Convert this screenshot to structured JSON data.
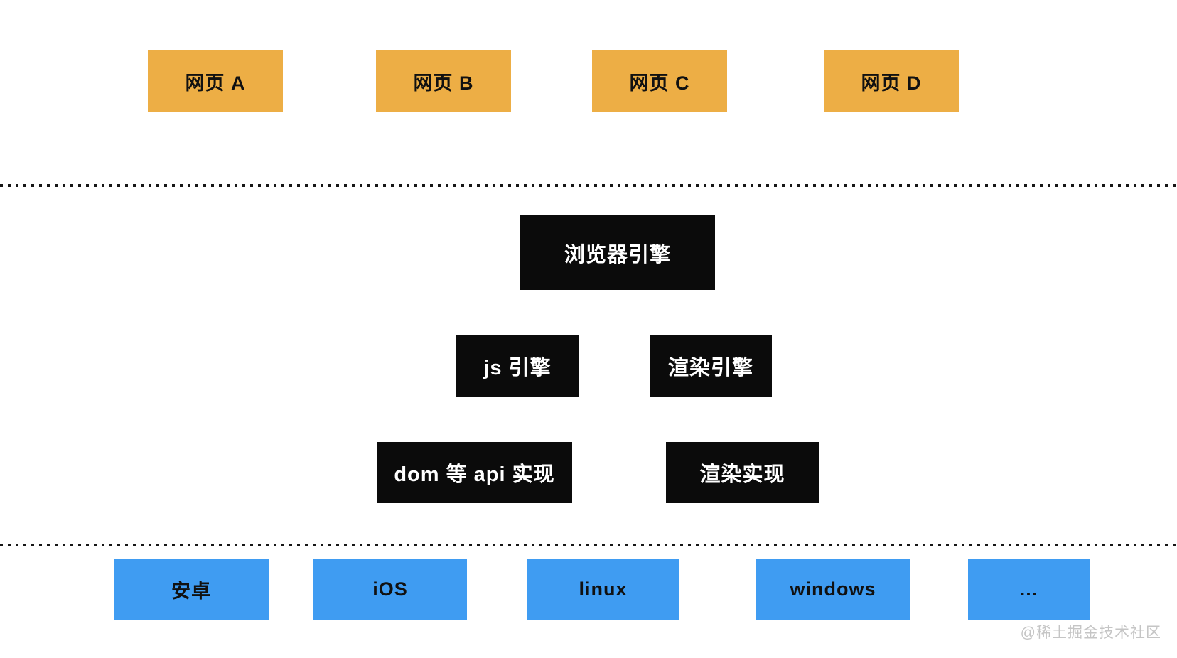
{
  "webpages": [
    {
      "label": "网页 A"
    },
    {
      "label": "网页 B"
    },
    {
      "label": "网页 C"
    },
    {
      "label": "网页 D"
    }
  ],
  "engine_layer": {
    "browser_engine": "浏览器引擎",
    "js_engine": "js 引擎",
    "render_engine": "渲染引擎",
    "dom_api_impl": "dom 等 api 实现",
    "render_impl": "渲染实现"
  },
  "platforms": [
    {
      "label": "安卓"
    },
    {
      "label": "iOS"
    },
    {
      "label": "linux"
    },
    {
      "label": "windows"
    },
    {
      "label": "..."
    }
  ],
  "watermark": "@稀土掘金技术社区",
  "colors": {
    "webpage_box_bg": "#EDAE45",
    "engine_box_bg": "#0B0B0B",
    "platform_box_bg": "#3F9CF2",
    "dotted_line": "#161616",
    "watermark_text": "#C5C5C5",
    "background": "#FFFFFF"
  }
}
